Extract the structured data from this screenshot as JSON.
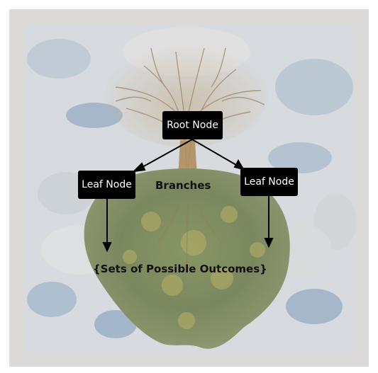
{
  "diagram": {
    "root_node": "Root Node",
    "left_leaf": "Leaf Node",
    "right_leaf": "Leaf Node",
    "branches_label": "Branches",
    "outcomes_label": "{Sets of Possible Outcomes}"
  },
  "colors": {
    "node_bg": "#000000",
    "node_text": "#ffffff",
    "arrow": "#000000",
    "label_text": "#111111"
  },
  "icons": {
    "background": "inverted-tree-in-clouds-painting"
  }
}
